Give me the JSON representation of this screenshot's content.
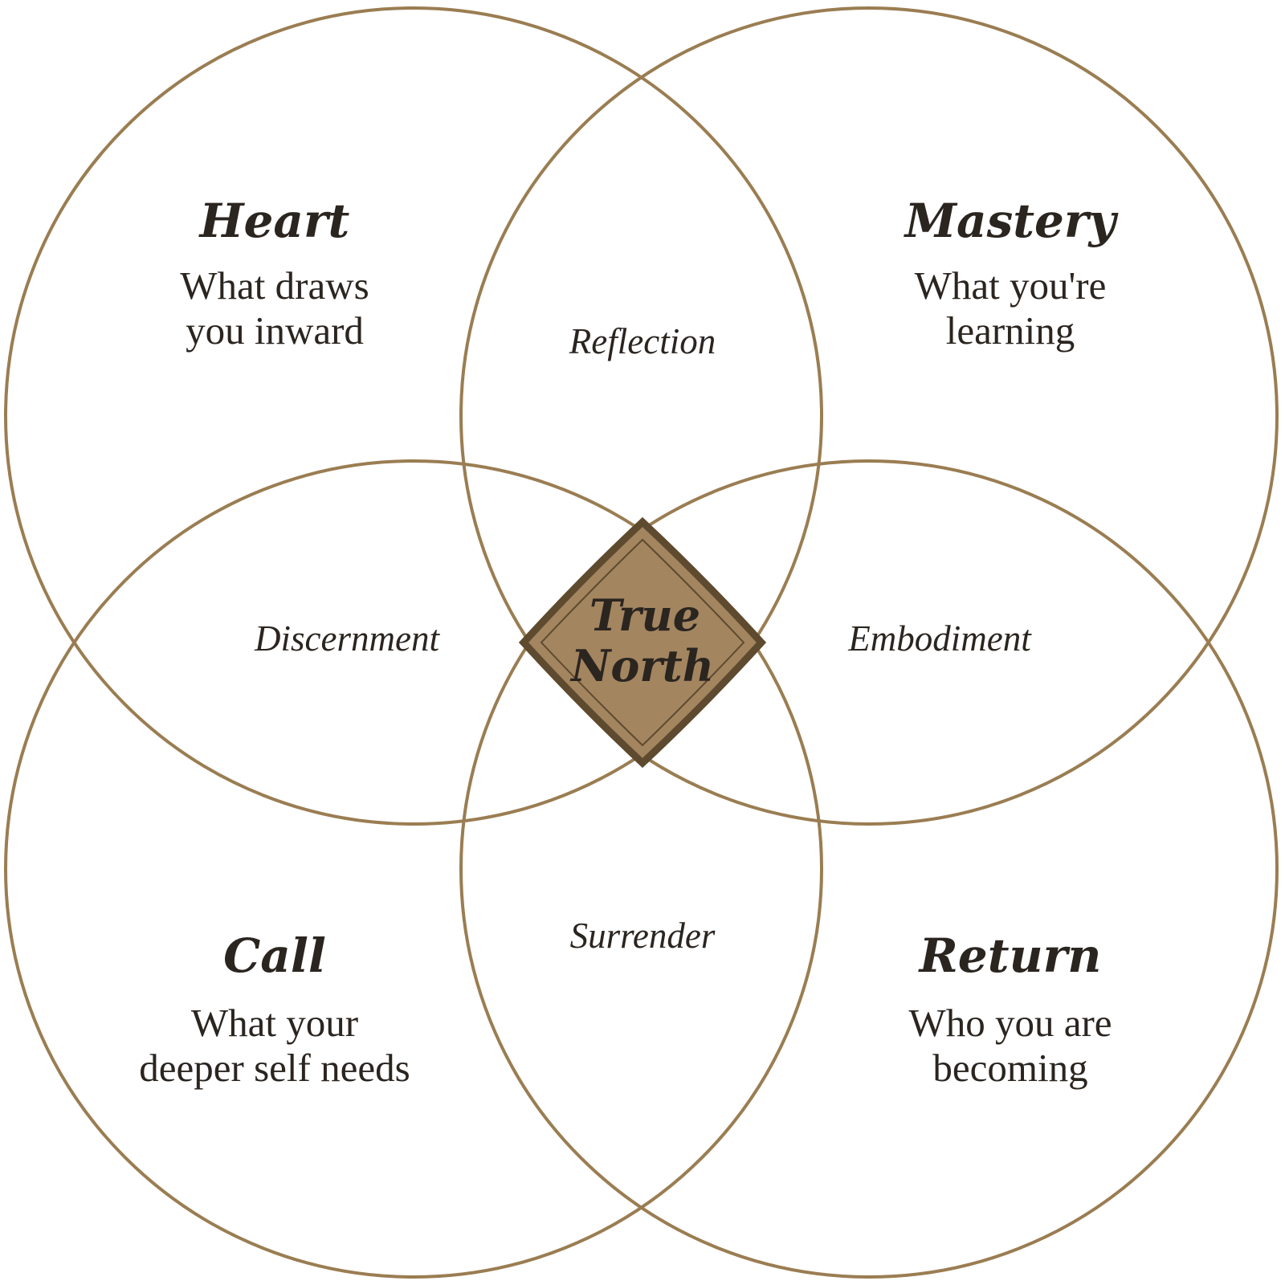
{
  "colors": {
    "circle_stroke": "#9a7d52",
    "center_fill": "#a38560",
    "center_stroke": "#5e4a2e",
    "text": "#2b2520"
  },
  "circles": [
    {
      "title": "Heart",
      "desc_lines": [
        "What draws",
        "you inward"
      ]
    },
    {
      "title": "Mastery",
      "desc_lines": [
        "What you're",
        "learning"
      ]
    },
    {
      "title": "Call",
      "desc_lines": [
        "What your",
        "deeper self needs"
      ]
    },
    {
      "title": "Return",
      "desc_lines": [
        "Who you are",
        "becoming"
      ]
    }
  ],
  "overlaps": {
    "top": "Reflection",
    "left": "Discernment",
    "right": "Embodiment",
    "bottom": "Surrender"
  },
  "center": {
    "lines": [
      "True",
      "North"
    ]
  }
}
